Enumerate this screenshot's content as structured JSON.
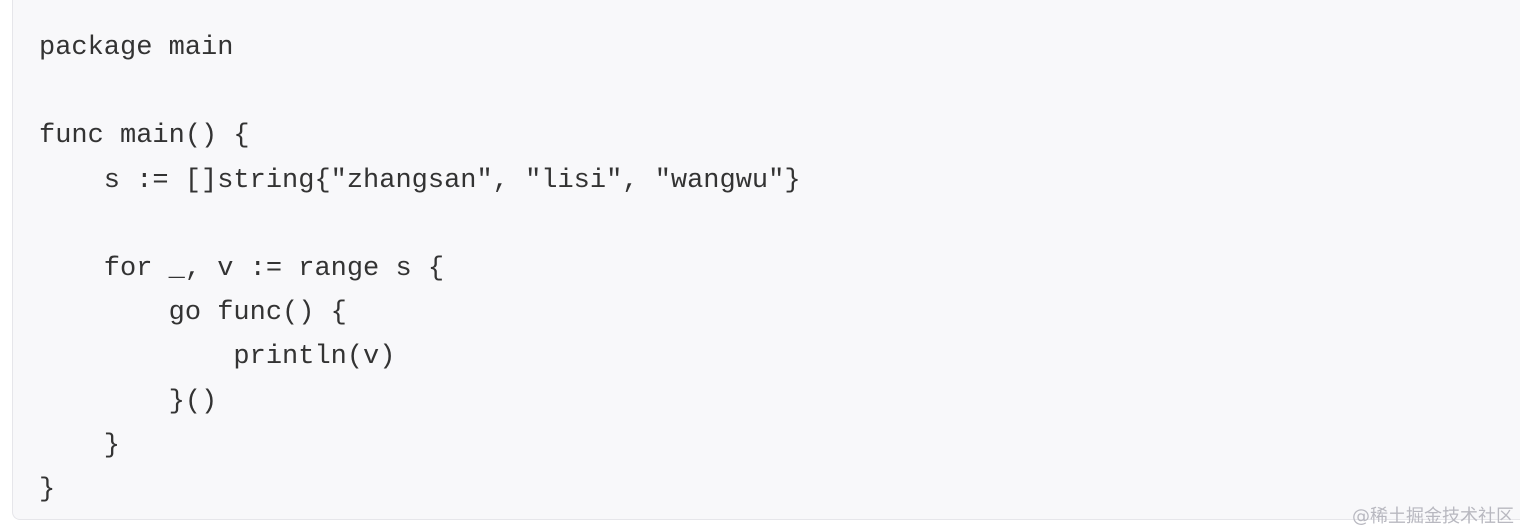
{
  "code": {
    "language": "go",
    "lines": [
      "package main",
      "",
      "func main() {",
      "    s := []string{\"zhangsan\", \"lisi\", \"wangwu\"}",
      "",
      "    for _, v := range s {",
      "        go func() {",
      "            println(v)",
      "        }()",
      "    }",
      "}"
    ]
  },
  "watermark": "@稀土掘金技术社区",
  "colors": {
    "code_background": "#f8f8fa",
    "code_text": "#333333",
    "border": "#e6e6ea"
  }
}
